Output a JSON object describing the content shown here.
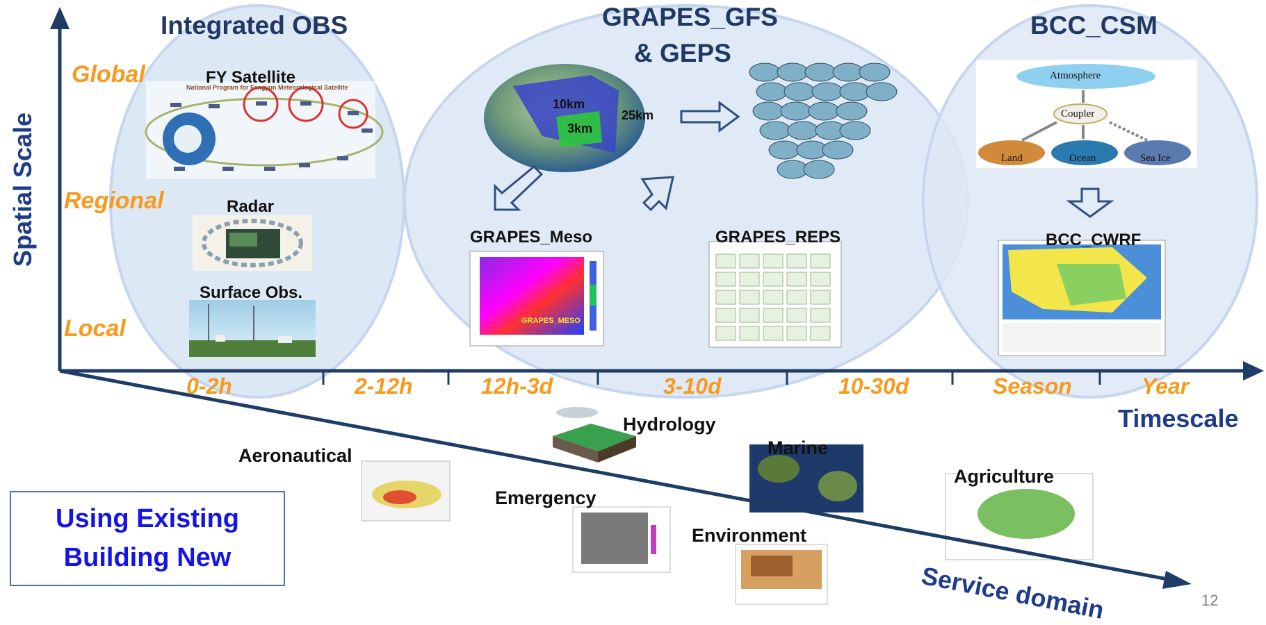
{
  "groups": [
    {
      "id": "obs",
      "title": "Integrated OBS"
    },
    {
      "id": "gfs",
      "title_line1": "GRAPES_GFS",
      "title_line2": "& GEPS"
    },
    {
      "id": "csm",
      "title": "BCC_CSM"
    }
  ],
  "spatial_scale": {
    "axis_label": "Spatial  Scale",
    "levels": [
      "Global",
      "Regional",
      "Local"
    ]
  },
  "timescale": {
    "axis_label": "Timescale",
    "ticks": [
      "0-2h",
      "2-12h",
      "12h-3d",
      "3-10d",
      "10-30d",
      "Season",
      "Year"
    ]
  },
  "service_domain": {
    "axis_label": "Service domain",
    "items": [
      "Aeronautical",
      "Hydrology",
      "Emergency",
      "Marine",
      "Environment",
      "Agriculture"
    ]
  },
  "systems": {
    "fy_satellite": "FY Satellite",
    "fy_banner": "National Program for Fengyun Meteorological Satellite",
    "radar": "Radar",
    "surface_obs": "Surface Obs.",
    "globe_res_10": "10km",
    "globe_res_3": "3km",
    "globe_res_25": "25km",
    "grapes_meso": "GRAPES_Meso",
    "grapes_meso_inner": "GRAPES_MESO",
    "grapes_reps": "GRAPES_REPS",
    "bcc_cwrf": "BCC_CWRF"
  },
  "coupler_diagram": {
    "atmosphere": "Atmosphere",
    "coupler": "Coupler",
    "land": "Land",
    "ocean": "Ocean",
    "sea_ice": "Sea Ice"
  },
  "legend": {
    "line1": "Using Existing",
    "line2": "Building New"
  },
  "page_number": "12",
  "colors": {
    "title": "#1f3864",
    "axis": "#1f3c66",
    "orange_label": "#f79a1e",
    "ellipse_fill": "#dde8f5",
    "ellipse_stroke": "#c5d6ee",
    "legend_text": "#1414e6"
  }
}
